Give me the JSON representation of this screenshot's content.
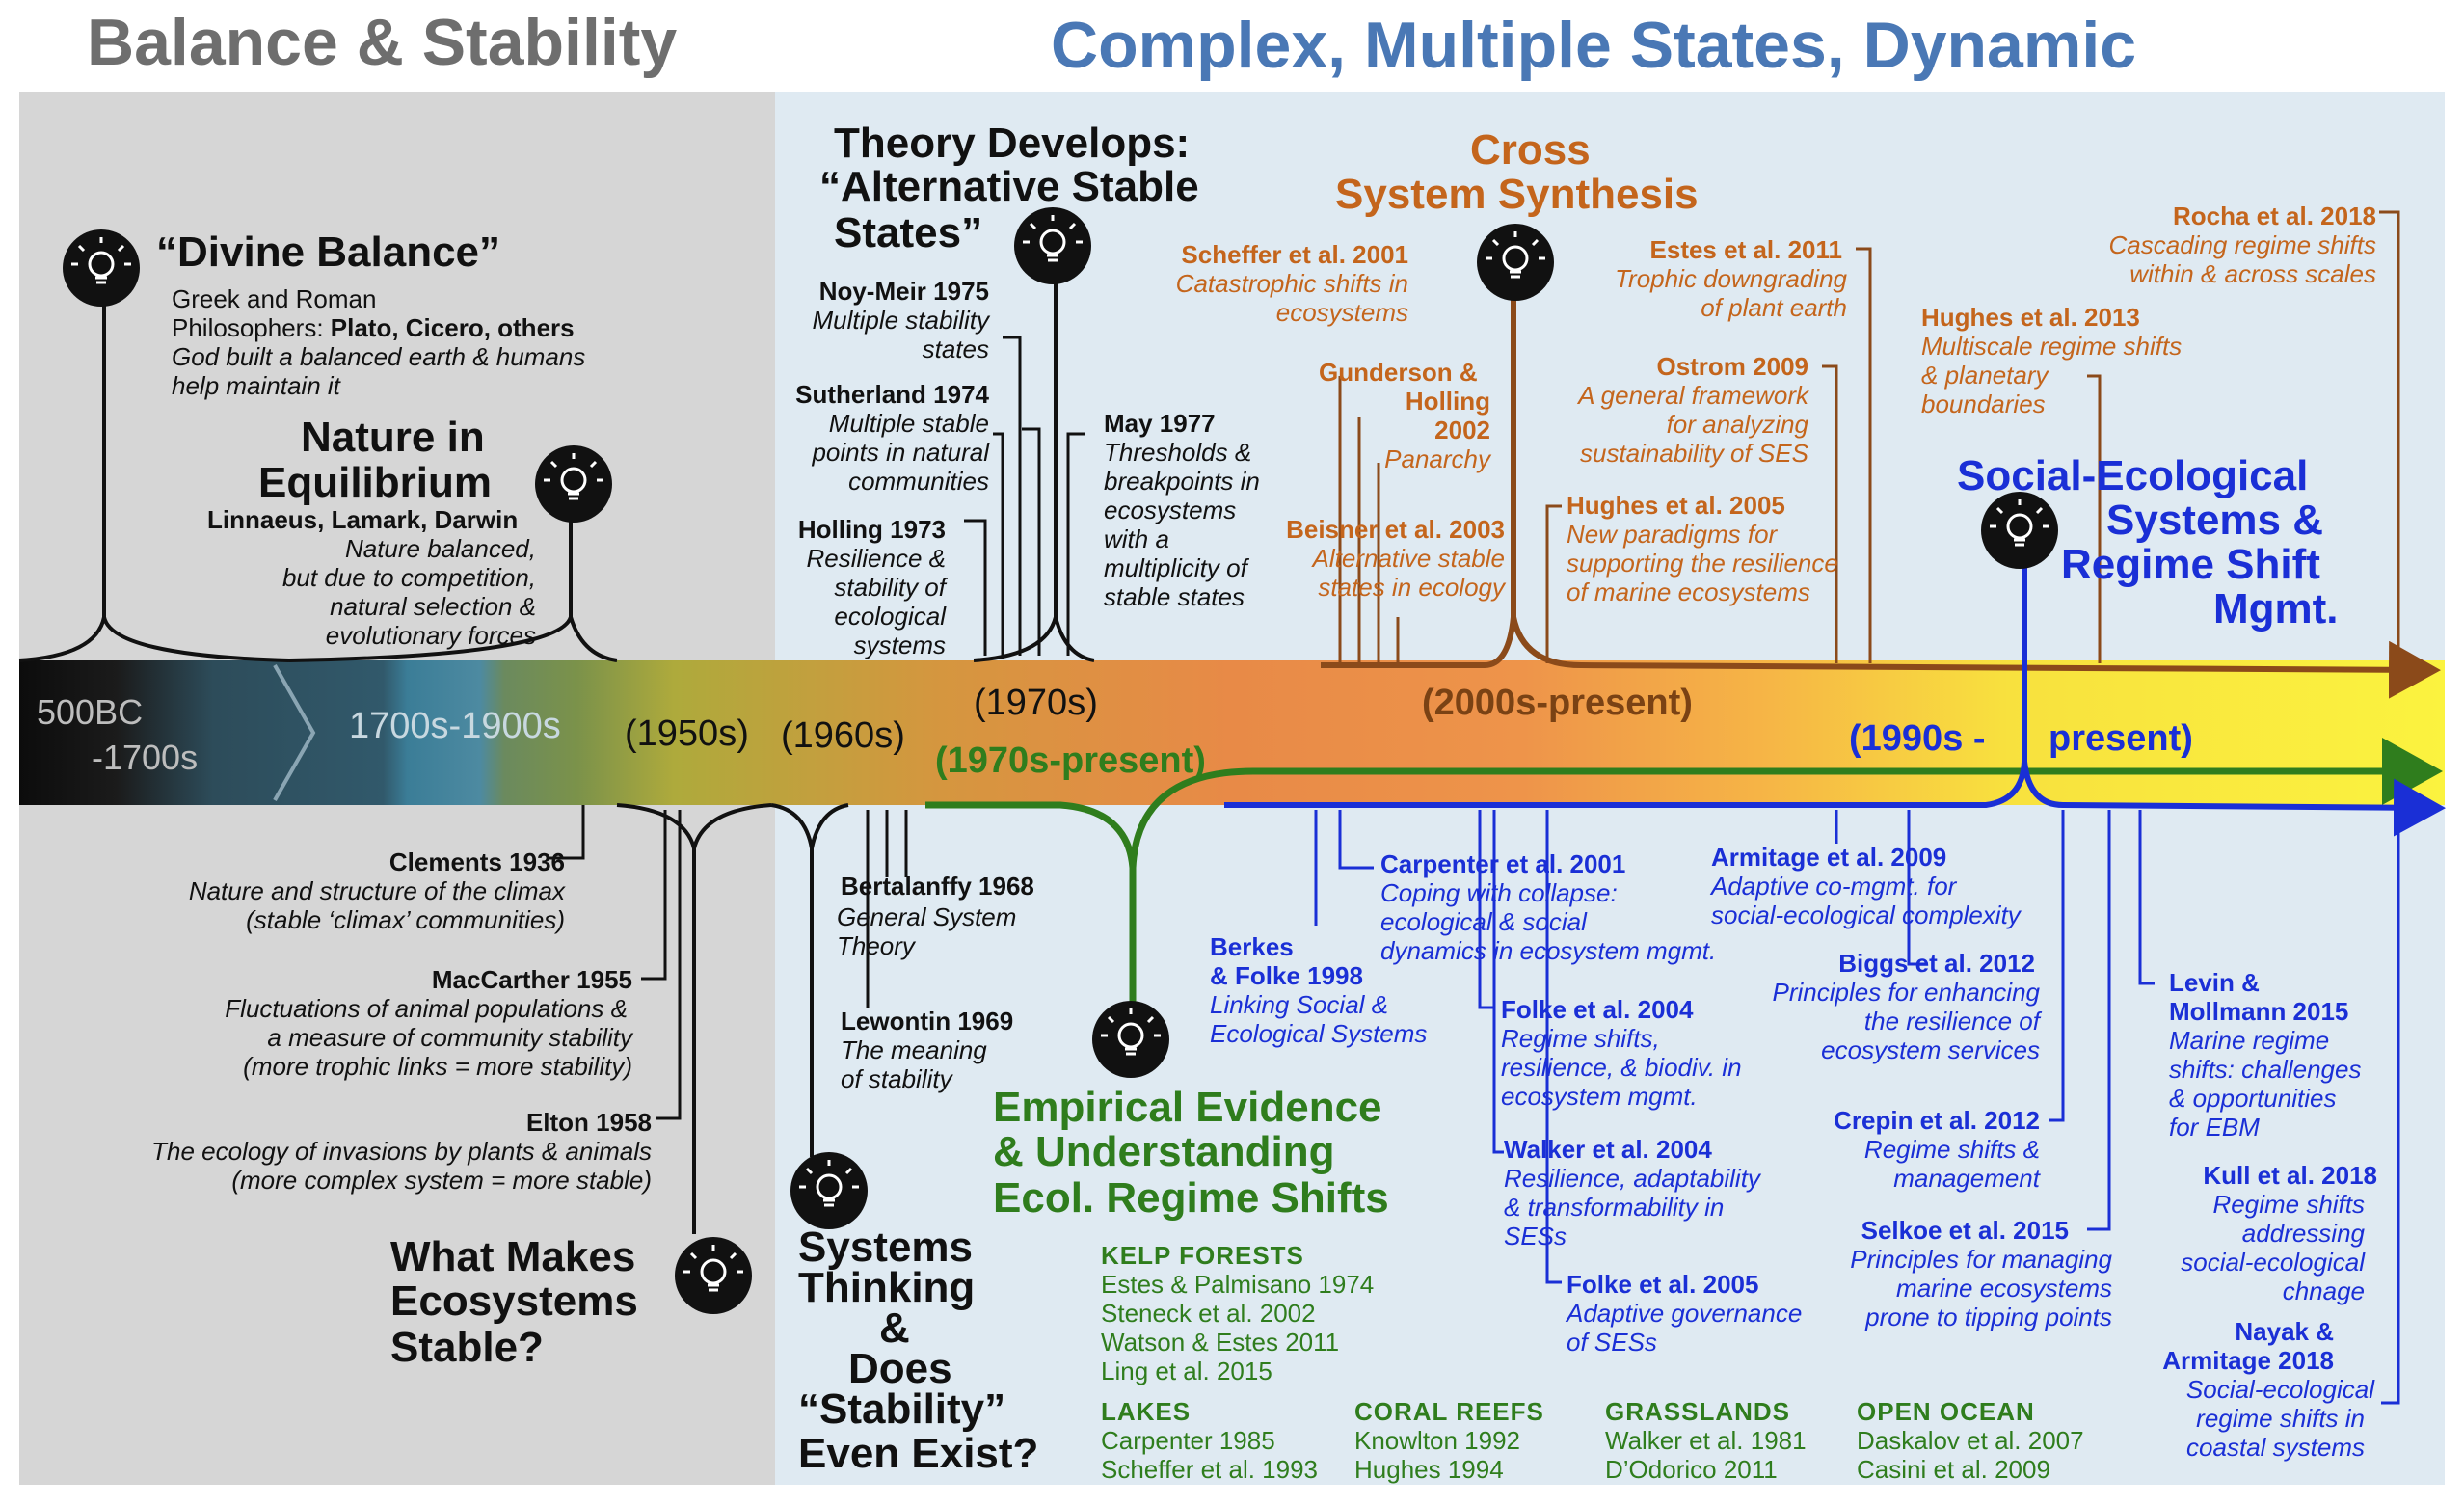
{
  "titles": {
    "left": "Balance & Stability",
    "right": "Complex, Multiple States, Dynamic"
  },
  "timeline": {
    "era1a": "500BC",
    "era1b": "-1700s",
    "era2": "1700s-1900s",
    "era3": "(1950s)",
    "era4": "(1960s)",
    "era5": "(1970s)",
    "era6": "(1970s-present)",
    "era7": "(2000s-present)",
    "era8a": "(1990s -",
    "era8b": "present)"
  },
  "top_left": {
    "divine_title": "“Divine Balance”",
    "divine_l1": "Greek and Roman",
    "divine_l2a": "Philosophers: ",
    "divine_l2b": "Plato, Cicero, others",
    "divine_l3": "God built a balanced earth & humans",
    "divine_l4": "help maintain it",
    "eq_title1": "Nature in",
    "eq_title2": "Equilibrium",
    "eq_names": "Linnaeus, Lamark, Darwin",
    "eq_l1": "Nature balanced,",
    "eq_l2": "but due to competition,",
    "eq_l3": "natural selection &",
    "eq_l4": "evolutionary forces"
  },
  "bottom_left": {
    "clements_name": "Clements 1936",
    "clements_l1": "Nature and structure of the climax",
    "clements_l2": "(stable ‘climax’ communities)",
    "mac_name": "MacCarther 1955",
    "mac_l1": "Fluctuations of animal populations &",
    "mac_l2": "a measure of community stability",
    "mac_l3": "(more trophic links = more stability)",
    "elton_name": "Elton 1958",
    "elton_l1": "The ecology of invasions by plants & animals",
    "elton_l2": "(more complex system = more stable)",
    "what_l1": "What Makes",
    "what_l2": "Ecosystems",
    "what_l3": "Stable?"
  },
  "theory": {
    "title1": "Theory Develops:",
    "title2": "“Alternative Stable",
    "title3": "States”",
    "noy_name": "Noy-Meir 1975",
    "noy_l1": "Multiple stability",
    "noy_l2": "states",
    "suth_name": "Sutherland 1974",
    "suth_l1": "Multiple stable",
    "suth_l2": "points in natural",
    "suth_l3": "communities",
    "holl_name": "Holling 1973",
    "holl_l1": "Resilience &",
    "holl_l2": "stability of",
    "holl_l3": "ecological",
    "holl_l4": "systems",
    "may_name": "May 1977",
    "may_l1": "Thresholds &",
    "may_l2": "breakpoints in",
    "may_l3": "ecosystems",
    "may_l4": "with a",
    "may_l5": "multiplicity of",
    "may_l6": "stable states"
  },
  "systems": {
    "bert_name": "Bertalanffy 1968",
    "bert_l1": "General System",
    "bert_l2": "Theory",
    "lew_name": "Lewontin 1969",
    "lew_l1": "The meaning",
    "lew_l2": "of stability",
    "st_l1": "Systems",
    "st_l2": "Thinking",
    "st_l3": "&",
    "st_l4": "Does",
    "st_l5": "“Stability”",
    "st_l6": "Even Exist?"
  },
  "cross": {
    "title1": "Cross",
    "title2": "System Synthesis",
    "scheffer_name": "Scheffer et al. 2001",
    "scheffer_l1": "Catastrophic shifts in",
    "scheffer_l2": "ecosystems",
    "gund_l1": "Gunderson &",
    "gund_l2": "Holling",
    "gund_l3": "2002",
    "gund_l4": "Panarchy",
    "beis_name": "Beisner et al. 2003",
    "beis_l1": "Alternative stable",
    "beis_l2": "states in ecology",
    "estes_name": "Estes et al. 2011",
    "estes_l1": "Trophic downgrading",
    "estes_l2": "of plant earth",
    "ostrom_name": "Ostrom 2009",
    "ostrom_l1": "A general framework",
    "ostrom_l2": "for analyzing",
    "ostrom_l3": "sustainability of SES",
    "hughes05_name": "Hughes et al. 2005",
    "hughes05_l1": "New paradigms for",
    "hughes05_l2": "supporting the resilience",
    "hughes05_l3": "of marine ecosystems",
    "rocha_name": "Rocha et al. 2018",
    "rocha_l1": "Cascading regime shifts",
    "rocha_l2": "within & across scales",
    "hughes13_name": "Hughes et al. 2013",
    "hughes13_l1": "Multiscale regime shifts",
    "hughes13_l2": "& planetary",
    "hughes13_l3": "boundaries"
  },
  "ses": {
    "title1": "Social-Ecological",
    "title2": "Systems &",
    "title3": "Regime Shift",
    "title4": "Mgmt.",
    "berkes_l1": "Berkes",
    "berkes_l2": "& Folke 1998",
    "berkes_l3": "Linking Social &",
    "berkes_l4": "Ecological Systems",
    "carp_name": "Carpenter et al. 2001",
    "carp_l1": "Coping with collapse:",
    "carp_l2": "ecological & social",
    "carp_l3": "dynamics in ecosystem mgmt.",
    "arm_name": "Armitage et al. 2009",
    "arm_l1": "Adaptive co-mgmt. for",
    "arm_l2": "social-ecological complexity",
    "folke04_name": "Folke et al. 2004",
    "folke04_l1": "Regime shifts,",
    "folke04_l2": "resilience, & biodiv. in",
    "folke04_l3": "ecosystem mgmt.",
    "walker_name": "Walker et al. 2004",
    "walker_l1": "Resilience, adaptability",
    "walker_l2": "& transformability in",
    "walker_l3": "SESs",
    "folke05_name": "Folke et al. 2005",
    "folke05_l1": "Adaptive governance",
    "folke05_l2": "of SESs",
    "biggs_name": "Biggs et al. 2012",
    "biggs_l1": "Principles for enhancing",
    "biggs_l2": "the resilience of",
    "biggs_l3": "ecosystem services",
    "crepin_name": "Crepin et al. 2012",
    "crepin_l1": "Regime shifts &",
    "crepin_l2": "management",
    "selkoe_name": "Selkoe et al. 2015",
    "selkoe_l1": "Principles for managing",
    "selkoe_l2": "marine ecosystems",
    "selkoe_l3": "prone to tipping points",
    "levin_l1": "Levin &",
    "levin_l2": "Mollmann 2015",
    "levin_l3": "Marine regime",
    "levin_l4": "shifts: challenges",
    "levin_l5": "& opportunities",
    "levin_l6": "for EBM",
    "kull_name": "Kull et al. 2018",
    "kull_l1": "Regime shifts",
    "kull_l2": "addressing",
    "kull_l3": "social-ecological",
    "kull_l4": "chnage",
    "nayak_l1": "Nayak &",
    "nayak_l2": "Armitage 2018",
    "nayak_l3": "Social-ecological",
    "nayak_l4": "regime shifts in",
    "nayak_l5": "coastal systems"
  },
  "empirical": {
    "title1": "Empirical Evidence",
    "title2": "& Understanding",
    "title3": "Ecol. Regime Shifts",
    "kelp_head": "KELP FORESTS",
    "kelp_1": "Estes & Palmisano 1974",
    "kelp_2": "Steneck et al. 2002",
    "kelp_3": "Watson & Estes 2011",
    "kelp_4": "Ling et al. 2015",
    "lakes_head": "LAKES",
    "lakes_1": "Carpenter 1985",
    "lakes_2": "Scheffer et al. 1993",
    "coral_head": "CORAL REEFS",
    "coral_1": "Knowlton 1992",
    "coral_2": "Hughes 1994",
    "grass_head": "GRASSLANDS",
    "grass_1": "Walker et al. 1981",
    "grass_2": "D’Odorico 2011",
    "ocean_head": "OPEN OCEAN",
    "ocean_1": "Daskalov et al. 2007",
    "ocean_2": "Casini et al. 2009"
  },
  "colors": {
    "orange": "#c4651c",
    "blue": "#1a2fd6",
    "green": "#2f7d1d",
    "brown": "#8b4a1a",
    "left_title": "#6e6e6e",
    "right_title": "#4a78b5"
  }
}
